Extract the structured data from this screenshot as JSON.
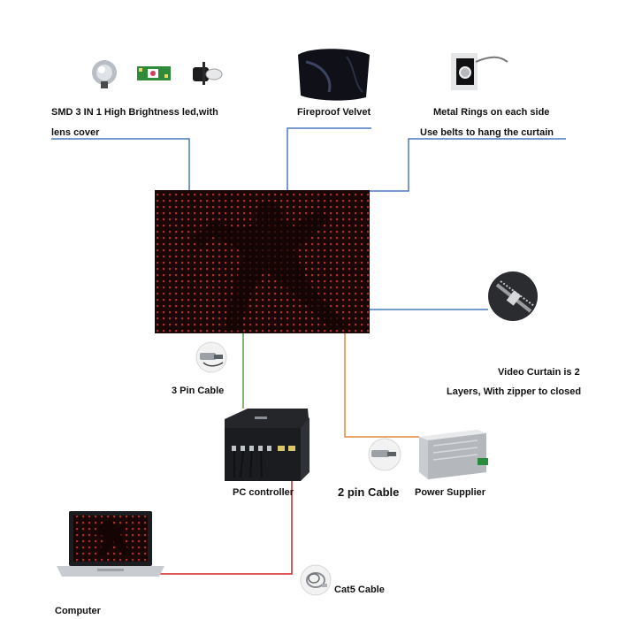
{
  "labels": {
    "led_line1": "SMD 3 IN 1 High Brightness led,with",
    "led_line2": "lens cover",
    "velvet": "Fireproof Velvet",
    "rings_line1": "Metal Rings on each side",
    "rings_line2": "Use belts to hang the curtain",
    "three_pin": "3 Pin Cable",
    "zipper_line1": "Video Curtain is 2",
    "zipper_line2": "Layers, With zipper to closed",
    "controller": "PC controller",
    "two_pin": "2 pin Cable",
    "power": "Power Supplier",
    "computer": "Computer",
    "cat5": "Cat5 Cable"
  },
  "colors": {
    "curtain_bg": "#1a0606",
    "led_dot": "#a8322a",
    "blue_line": "#4a7ac0",
    "green_line": "#5aa048",
    "orange_line": "#e08a3a",
    "red_line": "#d02020"
  }
}
